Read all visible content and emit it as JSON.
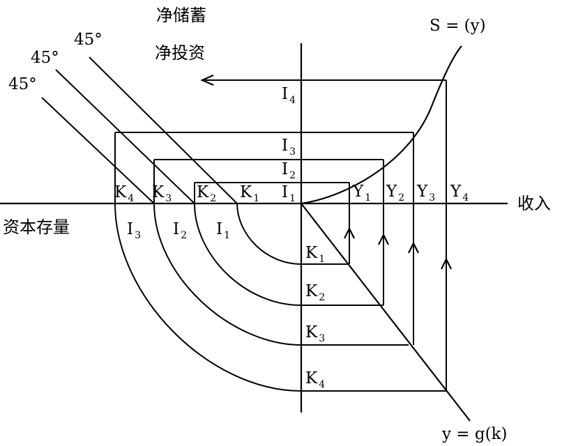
{
  "labels": {
    "net_saving": "净储蓄",
    "net_investment": "净投资",
    "savings_function": "S = (y)",
    "production_function": "y = g(k)",
    "income": "收入",
    "capital_stock": "资本存量",
    "angle": "45°"
  },
  "income_labels": [
    {
      "letter": "Y",
      "sub": "1"
    },
    {
      "letter": "Y",
      "sub": "2"
    },
    {
      "letter": "Y",
      "sub": "3"
    },
    {
      "letter": "Y",
      "sub": "4"
    }
  ],
  "investment_labels": [
    {
      "letter": "I",
      "sub": "1"
    },
    {
      "letter": "I",
      "sub": "2"
    },
    {
      "letter": "I",
      "sub": "3"
    },
    {
      "letter": "I",
      "sub": "4"
    }
  ],
  "capital_labels": [
    {
      "letter": "K",
      "sub": "1"
    },
    {
      "letter": "K",
      "sub": "2"
    },
    {
      "letter": "K",
      "sub": "3"
    },
    {
      "letter": "K",
      "sub": "4"
    }
  ],
  "capital_axis_labels": [
    {
      "letter": "K",
      "sub": "1"
    },
    {
      "letter": "K",
      "sub": "2"
    },
    {
      "letter": "K",
      "sub": "3"
    },
    {
      "letter": "K",
      "sub": "4"
    }
  ],
  "investment_axis_labels": [
    {
      "letter": "I",
      "sub": "1"
    },
    {
      "letter": "I",
      "sub": "2"
    },
    {
      "letter": "I",
      "sub": "3"
    }
  ]
}
